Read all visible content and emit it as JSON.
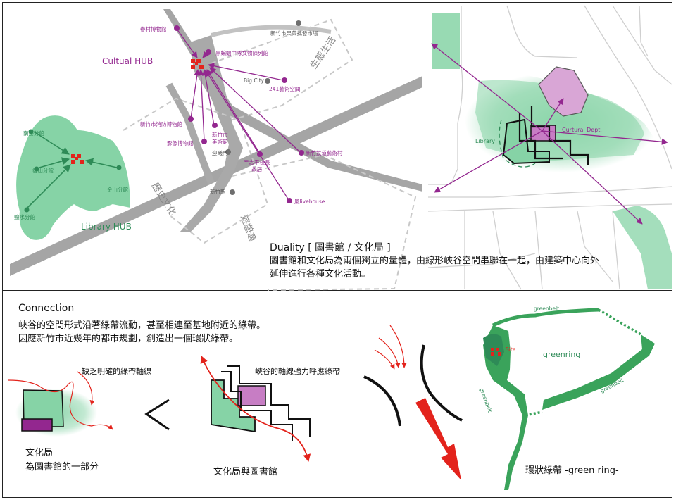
{
  "colors": {
    "green": "#86d3a6",
    "green_dark": "#2e8b57",
    "green_ring": "#3aa35b",
    "purple": "#93278f",
    "purple_light": "#d9a6d6",
    "purple_fill": "#c77dc4",
    "red": "#e3231c",
    "road": "#9a9a9a",
    "dashed": "#bdbdbd"
  },
  "top_left_map": {
    "cultural_hub_label": "Cultual HUB",
    "library_hub_label": "Library HUB",
    "cultural_points": [
      "眷村博物館",
      "黑蝙蝠中隊文物陳列館",
      "241藝術空間",
      "新竹市消防博物館",
      "影像博物館",
      "新竹市\n美術館",
      "辛志平校長\n故居",
      "新竹鉄道藝術村",
      "風livehouse"
    ],
    "grey_points": [
      "新竹市果菜批發市場",
      "Big City",
      "迎曦門",
      "新竹駅"
    ],
    "zones": [
      "生態生活",
      "歷史文化",
      "遊憩適"
    ],
    "library_branches": [
      "南寮分館",
      "香山分館",
      "金山分館",
      "鹽水分館"
    ]
  },
  "top_right_map": {
    "library_label": "Library",
    "dept_label": "Curtural Dept."
  },
  "duality": {
    "title": "Duality [ 圖書館 / 文化局 ]",
    "line1": "圖書館和文化局為兩個獨立的量體，由線形峽谷空間串聯在一起，由建築中心向外",
    "line2": "延伸進行各種文化活動。"
  },
  "connection": {
    "title": "Connection",
    "line1": "峽谷的空間形式沿著綠帶流動，甚至相連至基地附近的綠帶。",
    "line2": "因應新竹市近幾年的都市規劃，創造出一個環狀綠帶。"
  },
  "bottom_diagrams": {
    "left_note": "缺乏明確的綠帶軸線",
    "left_caption_1": "文化局",
    "left_caption_2": "為圖書館的一部分",
    "middle_note": "峽谷的軸線強力呼應綠帶",
    "middle_caption": "文化局與圖書館",
    "ring_caption": "環狀綠帶 -green ring-",
    "ring_label": "greenring",
    "greenbelt_label": "greenbelt",
    "site_label": "Site"
  }
}
